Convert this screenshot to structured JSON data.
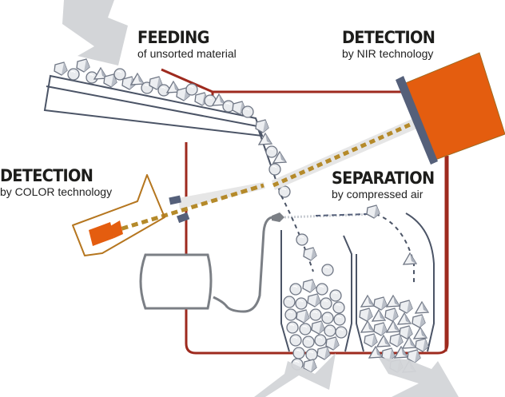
{
  "labels": {
    "feeding": {
      "title": "FEEDING",
      "subtitle": "of unsorted material"
    },
    "detection_nir": {
      "title": "DETECTION",
      "subtitle": "by NIR technology"
    },
    "detection_color": {
      "title": "DETECTION",
      "subtitle": "by COLOR technology"
    },
    "separation": {
      "title": "SEPARATION",
      "subtitle": "by compressed air"
    }
  },
  "colors": {
    "frame": "#9e2a1e",
    "sensor_orange": "#e45d0f",
    "camera_outline": "#b5761f",
    "beam_dash": "#b58a2a",
    "beam_band": "#e6e6e6",
    "slate": "#55607a",
    "arrow_gray": "#d3d5d8",
    "line_gray": "#7b7f85",
    "rock_fill": "#e9ebee",
    "rock_stroke": "#6f7684"
  }
}
